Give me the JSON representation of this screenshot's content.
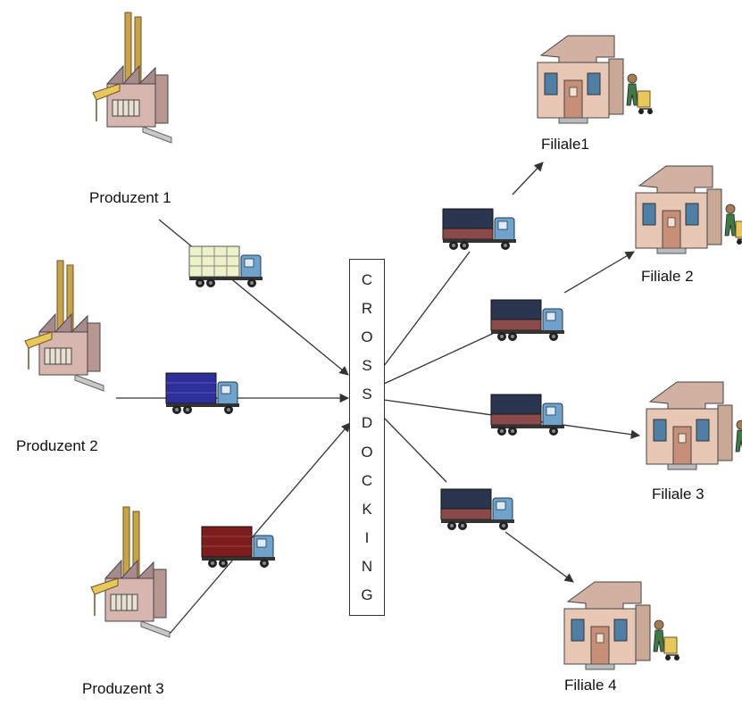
{
  "hub": {
    "label": "CROSSDOCKING"
  },
  "producers": [
    {
      "label": "Produzent 1"
    },
    {
      "label": "Produzent 2"
    },
    {
      "label": "Produzent 3"
    }
  ],
  "branches": [
    {
      "label": "Filiale1"
    },
    {
      "label": "Filiale 2"
    },
    {
      "label": "Filiale 3"
    },
    {
      "label": "Filiale 4"
    }
  ],
  "colors": {
    "truck_producer_1": "#eef2c8",
    "truck_producer_2": "#2f2f9c",
    "truck_producer_3": "#7d1d1d",
    "truck_outbound": "#2a3550",
    "truck_cab": "#6fa3cc",
    "building_wall": "#e8c8b4",
    "factory_wall": "#d8b6b0"
  }
}
